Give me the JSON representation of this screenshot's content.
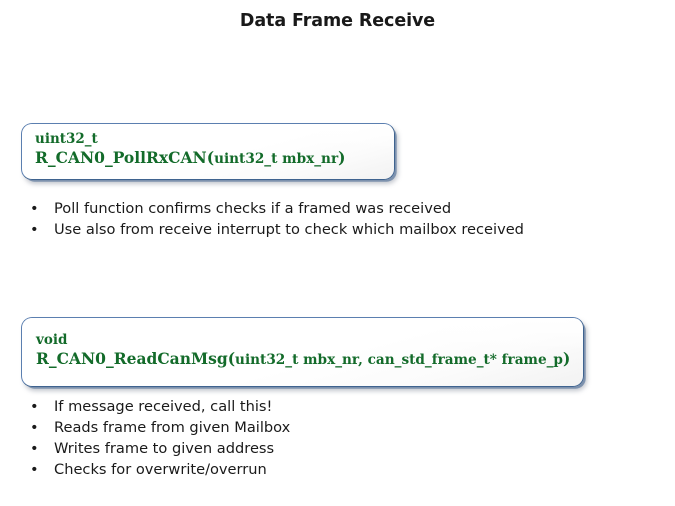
{
  "slide": {
    "title": "Data Frame Receive",
    "background_color": "#ffffff",
    "title_color": "#191919"
  },
  "code_boxes": [
    {
      "id": "poll-rx-can",
      "return_type": "uint32_t",
      "signature_name": "R_CAN0_PollRxCAN",
      "open_paren": "(",
      "params": "uint32_t mbx_nr",
      "close_paren": ")",
      "text_color": "#136b2a",
      "border_color": "#5b7fb0",
      "fill_color": "#ffffff"
    },
    {
      "id": "read-can-msg",
      "return_type": "void",
      "signature_name": "R_CAN0_ReadCanMsg",
      "open_paren": "(",
      "params": "uint32_t mbx_nr,  can_std_frame_t* frame_p",
      "close_paren": ")",
      "text_color": "#136b2a",
      "border_color": "#5b7fb0",
      "fill_color": "#ffffff"
    }
  ],
  "bullet_lists": [
    {
      "id": "poll-rx-can-notes",
      "marker": "•",
      "items": [
        "Poll function confirms checks if a framed was received",
        "Use also from receive interrupt to check which mailbox received"
      ]
    },
    {
      "id": "read-can-msg-notes",
      "marker": "•",
      "items": [
        "If message received, call this!",
        "Reads frame from given Mailbox",
        "Writes frame to given address",
        "Checks for overwrite/overrun"
      ]
    }
  ]
}
